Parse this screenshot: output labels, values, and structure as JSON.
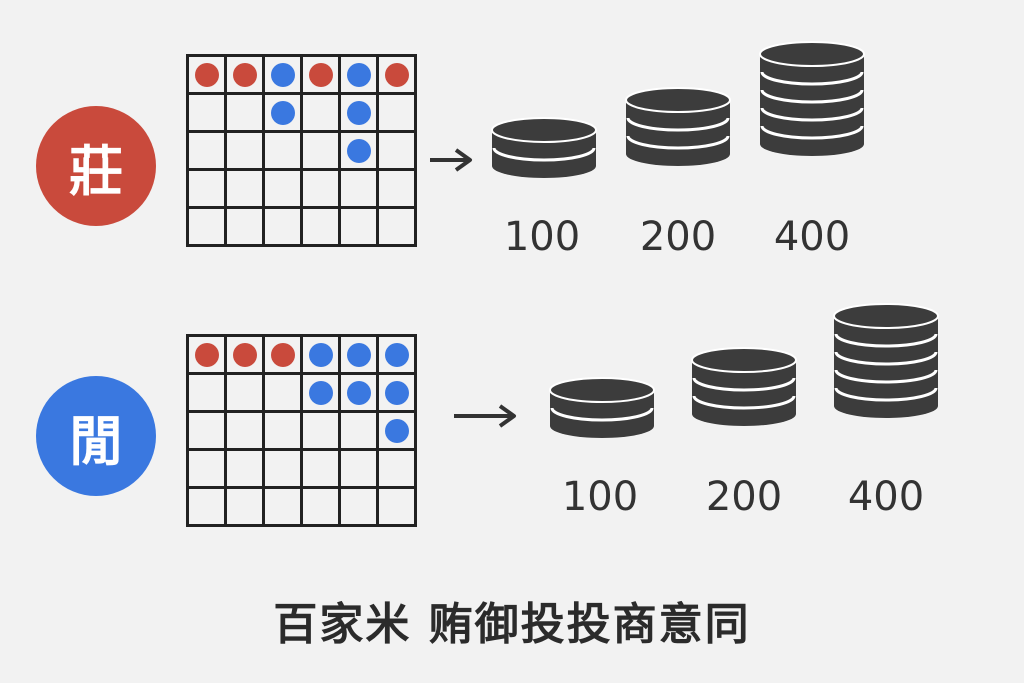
{
  "colors": {
    "banker": "#c94a3c",
    "player": "#3a78e0",
    "chip": "#3c3c3c",
    "chip_line": "#ffffff",
    "grid": "#222222"
  },
  "rows": [
    {
      "badge_label": "莊",
      "badge_color": "#c94a3c",
      "beads": [
        [
          "r",
          "r",
          "b",
          "r",
          "b",
          "r"
        ],
        [
          "",
          "",
          "b",
          "",
          "b",
          ""
        ],
        [
          "",
          "",
          "",
          "",
          "b",
          ""
        ],
        [
          "",
          "",
          "",
          "",
          "",
          ""
        ],
        [
          "",
          "",
          "",
          "",
          "",
          ""
        ]
      ],
      "bets": [
        {
          "amount": "100",
          "chips": 2
        },
        {
          "amount": "200",
          "chips": 3
        },
        {
          "amount": "400",
          "chips": 5
        }
      ]
    },
    {
      "badge_label": "閒",
      "badge_color": "#3a78e0",
      "beads": [
        [
          "r",
          "r",
          "r",
          "b",
          "b",
          "b"
        ],
        [
          "",
          "",
          "",
          "b",
          "b",
          "b"
        ],
        [
          "",
          "",
          "",
          "",
          "",
          "b"
        ],
        [
          "",
          "",
          "",
          "",
          "",
          ""
        ],
        [
          "",
          "",
          "",
          "",
          "",
          ""
        ]
      ],
      "bets": [
        {
          "amount": "100",
          "chips": 2
        },
        {
          "amount": "200",
          "chips": 3
        },
        {
          "amount": "400",
          "chips": 5
        }
      ]
    }
  ],
  "caption": "百家米 贿御投投商意同"
}
